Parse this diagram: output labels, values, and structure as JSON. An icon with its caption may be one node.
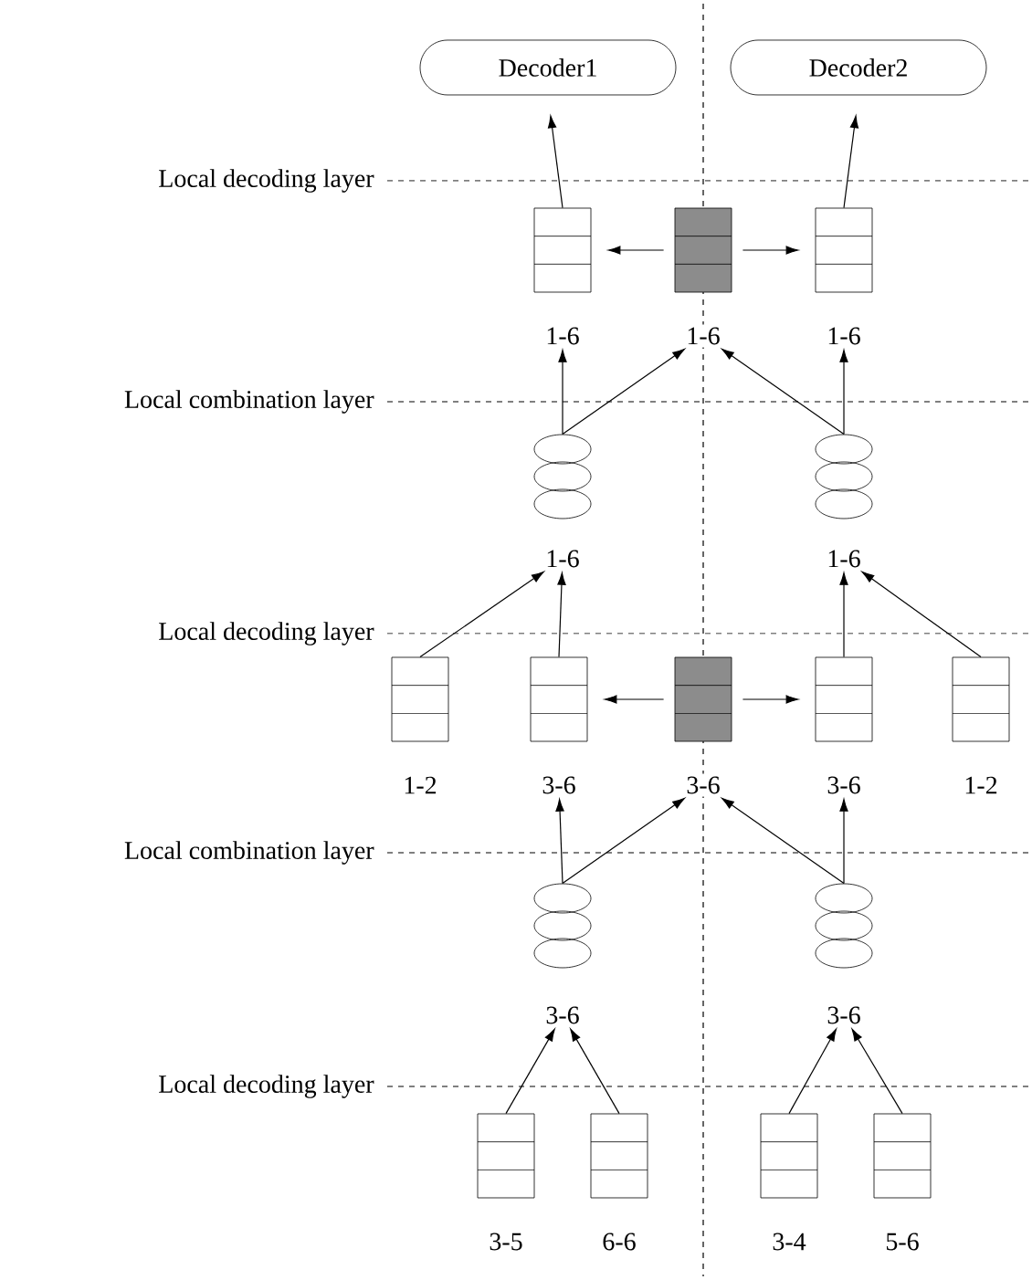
{
  "diagram": {
    "nodes": [
      {
        "text": [
          "Decoder1"
        ]
      },
      {
        "text": [
          "Decoder2"
        ]
      },
      {
        "text": [],
        "shape": "box"
      },
      {
        "text": [],
        "shape": "box"
      },
      {
        "text": [],
        "shape": "box"
      },
      {
        "text": [
          "1-6"
        ]
      },
      {
        "text": [
          "1-6"
        ]
      },
      {
        "text": [
          "1-6"
        ]
      },
      {
        "text": [],
        "shape": "ellipse"
      },
      {
        "text": [],
        "shape": "ellipse"
      },
      {
        "text": [
          "1-6"
        ]
      },
      {
        "text": [
          "1-6"
        ]
      },
      {
        "text": [],
        "shape": "box",
        "beside": [
          "1-2"
        ]
      },
      {
        "text": [],
        "shape": "box"
      },
      {
        "text": [],
        "shape": "box"
      },
      {
        "text": [],
        "shape": "box"
      },
      {
        "text": [],
        "shape": "box",
        "beside": [
          "1-2"
        ]
      },
      {
        "text": [
          "3-6"
        ]
      },
      {
        "text": [
          "3-6"
        ]
      },
      {
        "text": [
          "3-6"
        ]
      },
      {
        "text": [],
        "shape": "ellipse"
      },
      {
        "text": [],
        "shape": "ellipse"
      },
      {
        "text": [
          "3-6"
        ]
      },
      {
        "text": [
          "3-6"
        ]
      },
      {
        "text": [],
        "shape": "box",
        "beside": [
          "3-5"
        ]
      },
      {
        "text": [],
        "shape": "box",
        "beside": [
          "6-6"
        ]
      },
      {
        "text": [],
        "shape": "box",
        "beside": [
          "3-4"
        ]
      },
      {
        "text": [],
        "shape": "box",
        "beside": [
          "5-6"
        ]
      }
    ],
    "edges": [
      {
        "from": 2,
        "to": 0,
        "arrow": "to"
      },
      {
        "from": 4,
        "to": 1,
        "arrow": "to"
      },
      {
        "from": 3,
        "to": 2,
        "arrow": "to"
      },
      {
        "from": 3,
        "to": 4,
        "arrow": "to"
      },
      {
        "from": 8,
        "to": 5,
        "arrow": "to"
      },
      {
        "from": 8,
        "to": 6,
        "arrow": "to"
      },
      {
        "from": 9,
        "to": 6,
        "arrow": "to"
      },
      {
        "from": 9,
        "to": 7,
        "arrow": "to"
      },
      {
        "from": 12,
        "to": 10,
        "arrow": "to"
      },
      {
        "from": 13,
        "to": 10,
        "arrow": "to"
      },
      {
        "from": 15,
        "to": 11,
        "arrow": "to"
      },
      {
        "from": 16,
        "to": 11,
        "arrow": "to"
      },
      {
        "from": 14,
        "to": 13,
        "arrow": "to"
      },
      {
        "from": 14,
        "to": 15,
        "arrow": "to"
      },
      {
        "from": 20,
        "to": 17,
        "arrow": "to"
      },
      {
        "from": 20,
        "to": 18,
        "arrow": "to"
      },
      {
        "from": 21,
        "to": 18,
        "arrow": "to"
      },
      {
        "from": 21,
        "to": 19,
        "arrow": "to"
      },
      {
        "from": 24,
        "to": 22,
        "arrow": "to"
      },
      {
        "from": 25,
        "to": 22,
        "arrow": "to"
      },
      {
        "from": 26,
        "to": 23,
        "arrow": "to"
      },
      {
        "from": 27,
        "to": 23,
        "arrow": "to"
      }
    ],
    "labels": [
      "Local decoding layer",
      "Local combination layer",
      "Local decoding layer",
      "Local combination layer",
      "Local decoding layer"
    ]
  }
}
